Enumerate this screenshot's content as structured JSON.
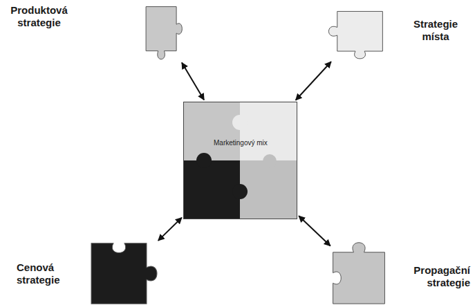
{
  "diagram": {
    "nodes": [
      {
        "text": [
          "Produktová strategie"
        ]
      },
      {
        "text": [
          "Strategie místa"
        ]
      },
      {
        "text": [
          "Marketingový mix"
        ]
      },
      {
        "text": [
          "Cenová strategie"
        ]
      },
      {
        "text": [
          "Propagační strategie"
        ]
      }
    ],
    "edges": [
      {
        "from": 0,
        "to": 2,
        "arrow": "both"
      },
      {
        "from": 1,
        "to": 2,
        "arrow": "both"
      },
      {
        "from": 3,
        "to": 2,
        "arrow": "both"
      },
      {
        "from": 4,
        "to": 2,
        "arrow": "both"
      }
    ]
  }
}
